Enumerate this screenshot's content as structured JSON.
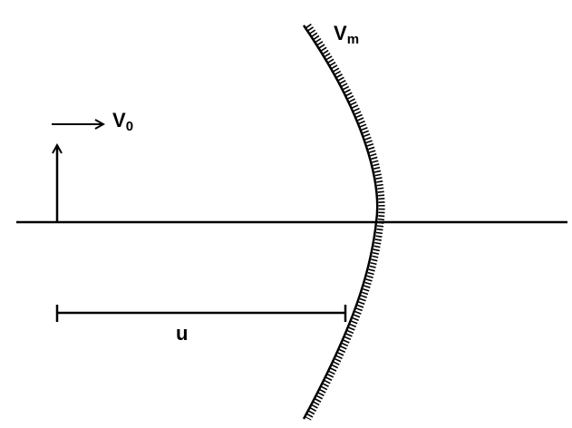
{
  "labels": {
    "object_velocity": "V",
    "object_velocity_sub": "0",
    "mirror_velocity": "V",
    "mirror_velocity_sub": "m",
    "distance": "u"
  },
  "colors": {
    "stroke": "#000000",
    "background": "#ffffff"
  }
}
